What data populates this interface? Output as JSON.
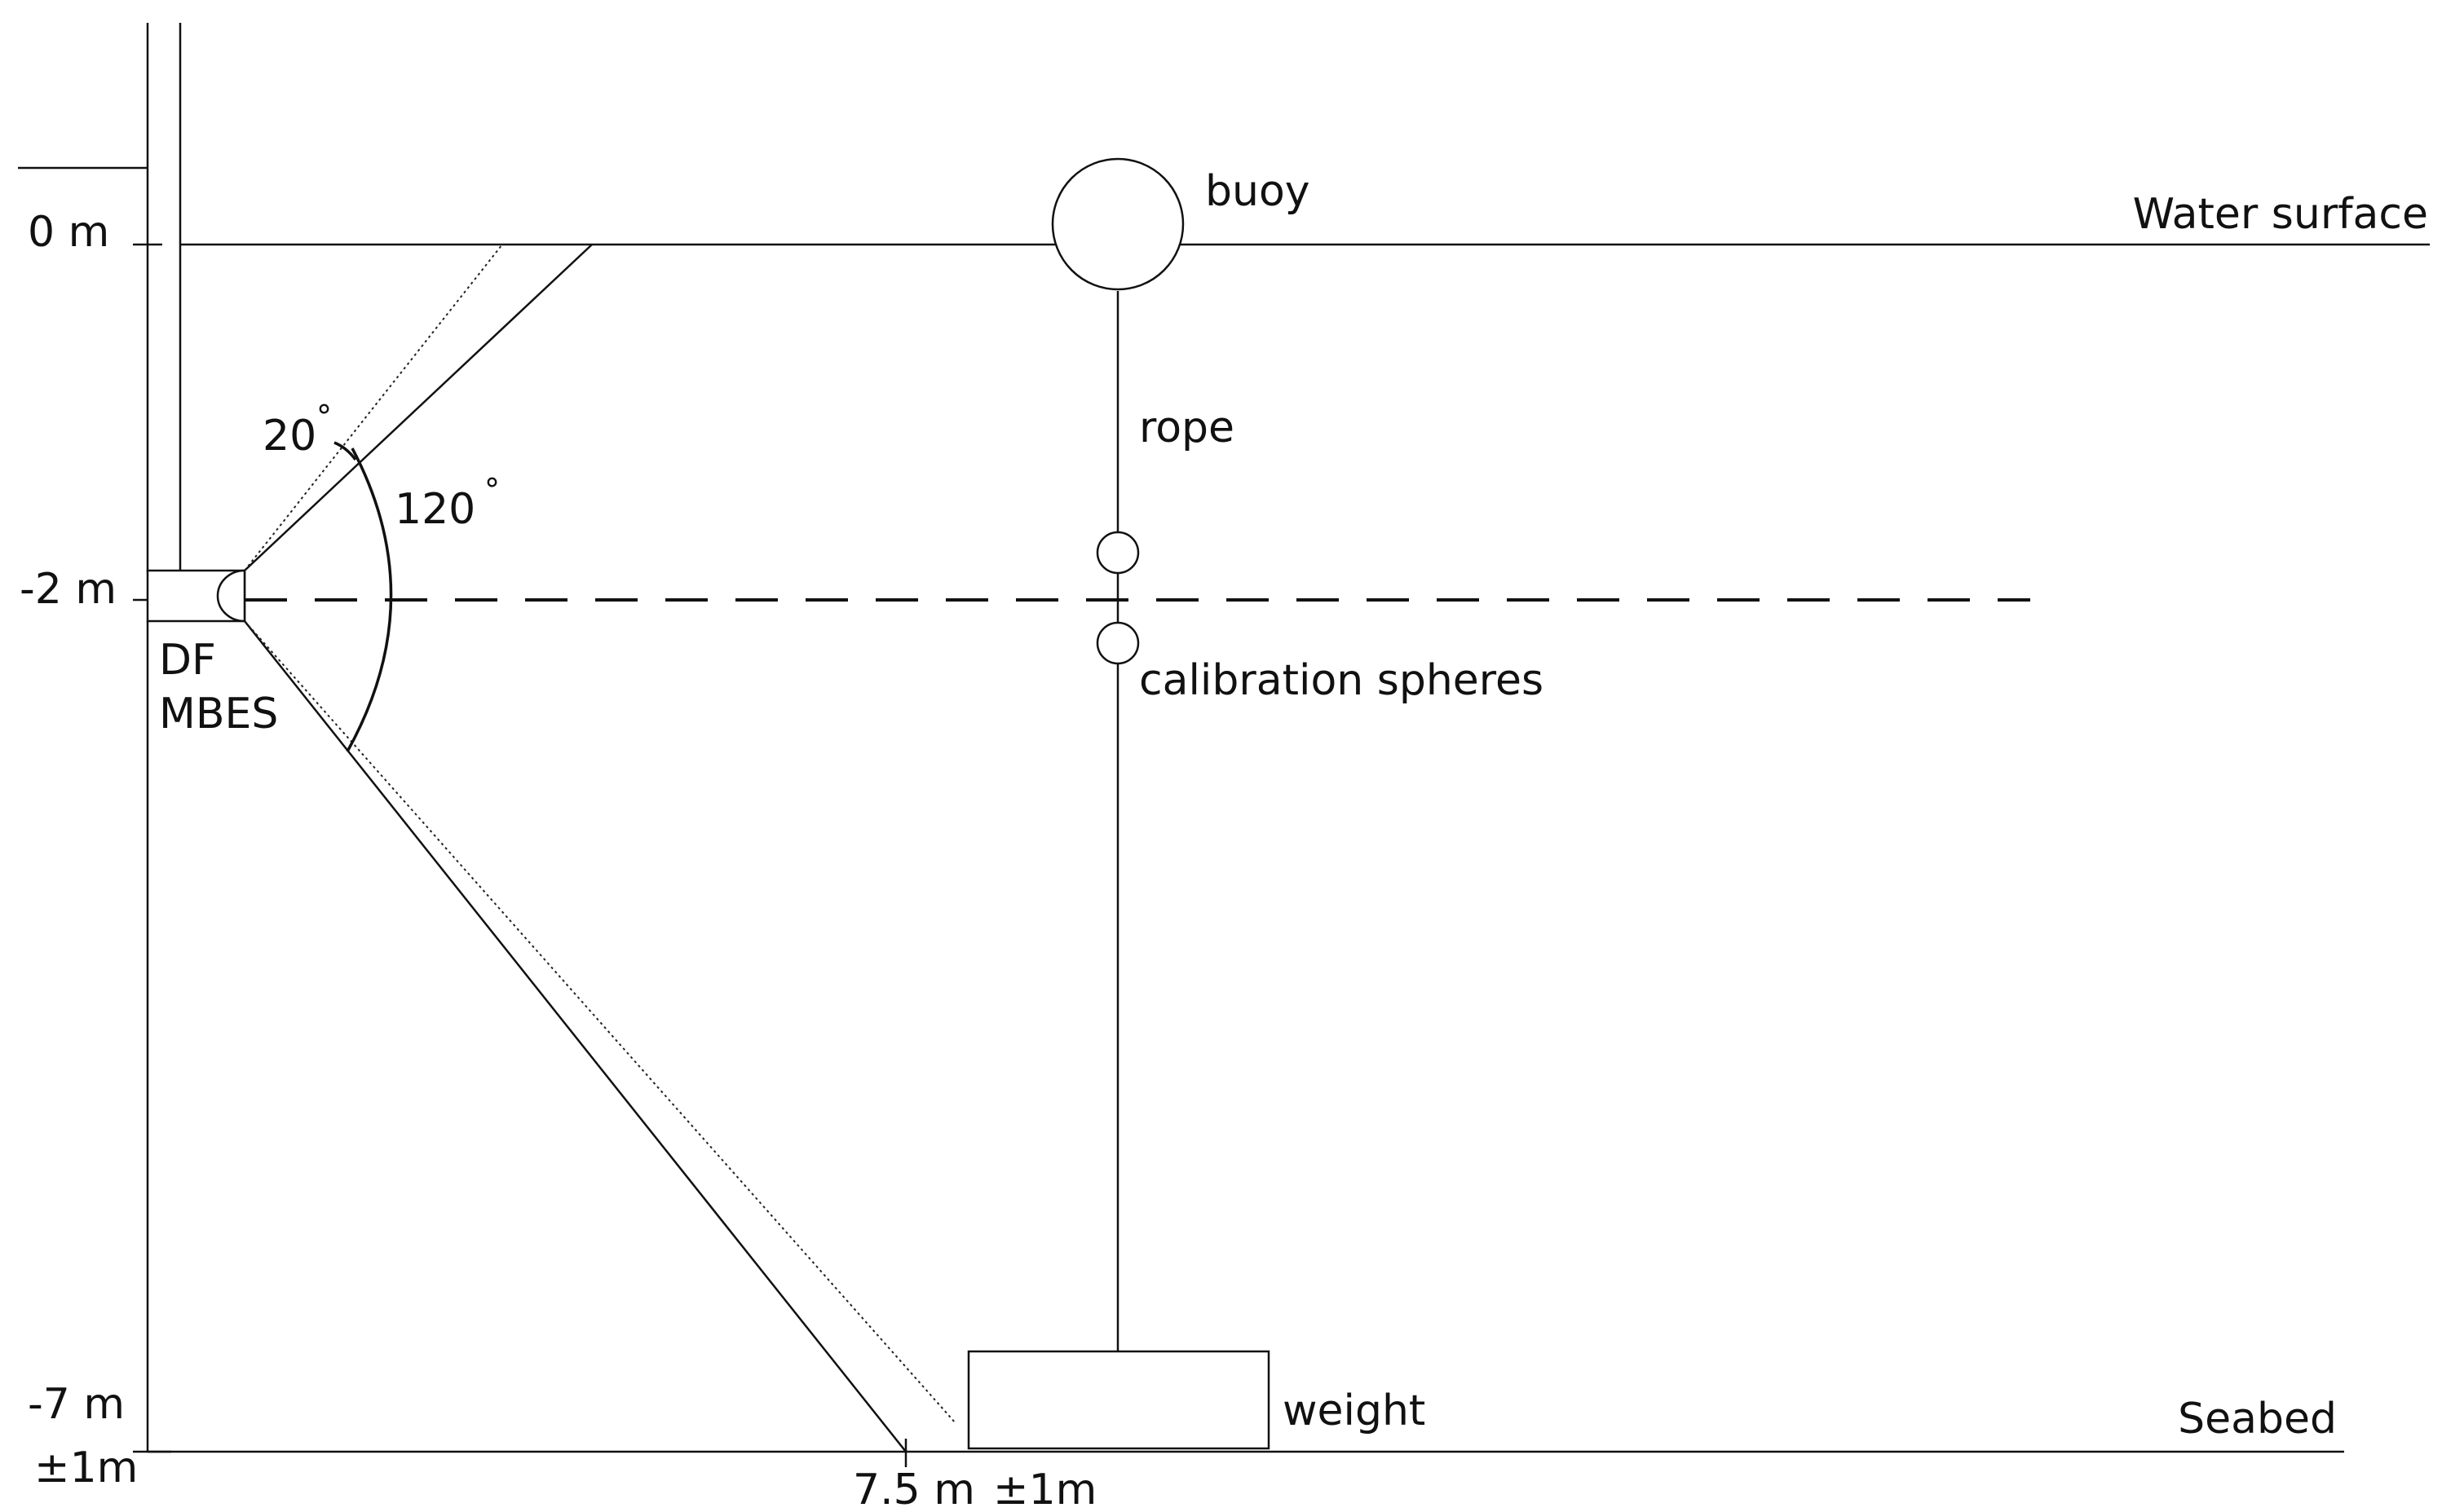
{
  "labels": {
    "depth_surface": "0 m",
    "depth_sonar": "-2 m",
    "depth_seabed": "-7 m",
    "depth_seabed_tol": "±1m",
    "horizontal_distance": "7.5 m",
    "horizontal_distance_tol": "±1m",
    "water_surface": "Water surface",
    "seabed": "Seabed",
    "buoy": "buoy",
    "rope": "rope",
    "calibration_spheres": "calibration spheres",
    "weight": "weight",
    "sonar_line1": "DF",
    "sonar_line2": "MBES",
    "tilt_angle": "20",
    "swath_angle": "120",
    "degree_symbol": "°"
  }
}
